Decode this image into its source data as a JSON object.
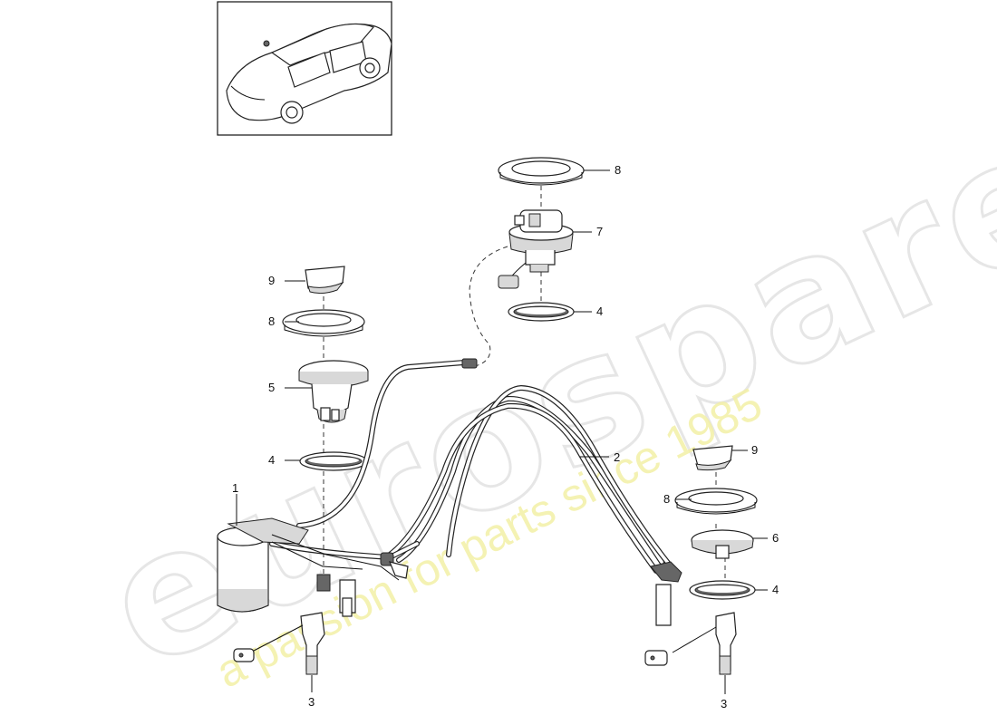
{
  "diagram": {
    "watermark": {
      "brand_text": "eurospares",
      "tagline": "a passion for parts since 1985"
    },
    "callouts": [
      {
        "id": "c1",
        "label": "1"
      },
      {
        "id": "c2",
        "label": "2"
      },
      {
        "id": "c3a",
        "label": "3"
      },
      {
        "id": "c3b",
        "label": "3"
      },
      {
        "id": "c4a",
        "label": "4"
      },
      {
        "id": "c4b",
        "label": "4"
      },
      {
        "id": "c4c",
        "label": "4"
      },
      {
        "id": "c5",
        "label": "5"
      },
      {
        "id": "c6",
        "label": "6"
      },
      {
        "id": "c7",
        "label": "7"
      },
      {
        "id": "c8a",
        "label": "8"
      },
      {
        "id": "c8b",
        "label": "8"
      },
      {
        "id": "c8c",
        "label": "8"
      },
      {
        "id": "c9a",
        "label": "9"
      },
      {
        "id": "c9b",
        "label": "9"
      }
    ]
  }
}
